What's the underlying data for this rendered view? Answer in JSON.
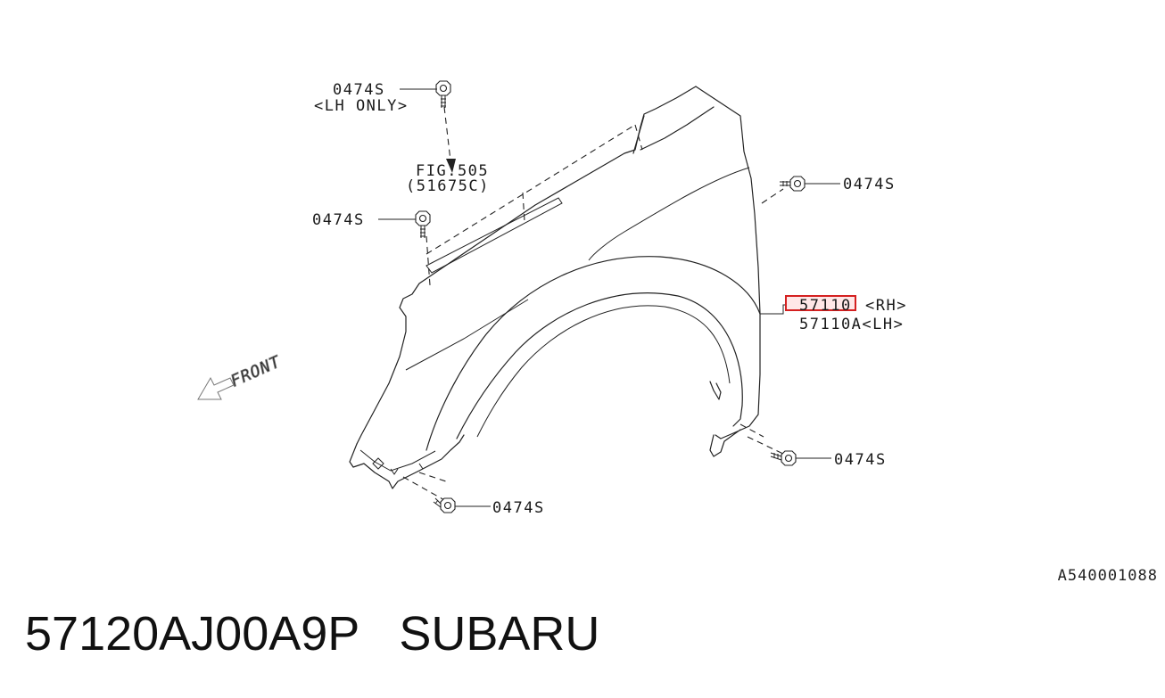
{
  "diagram": {
    "callouts": {
      "bolt_top": "0474S",
      "bolt_top_note": "<LH ONLY>",
      "fig_ref": "FIG.505",
      "fig_ref_code": "(51675C)",
      "bolt_left": "0474S",
      "bolt_right_top": "0474S",
      "part_rh_num": "57110",
      "part_rh_side": "<RH>",
      "part_lh": "57110A<LH>",
      "bolt_right_bottom": "0474S",
      "bolt_bottom": "0474S"
    },
    "front_indicator": "FRONT",
    "reference_code": "A540001088"
  },
  "part": {
    "number": "57120AJ00A9P",
    "brand": "SUBARU"
  },
  "colors": {
    "highlight": "#d42020",
    "line": "#222222"
  }
}
